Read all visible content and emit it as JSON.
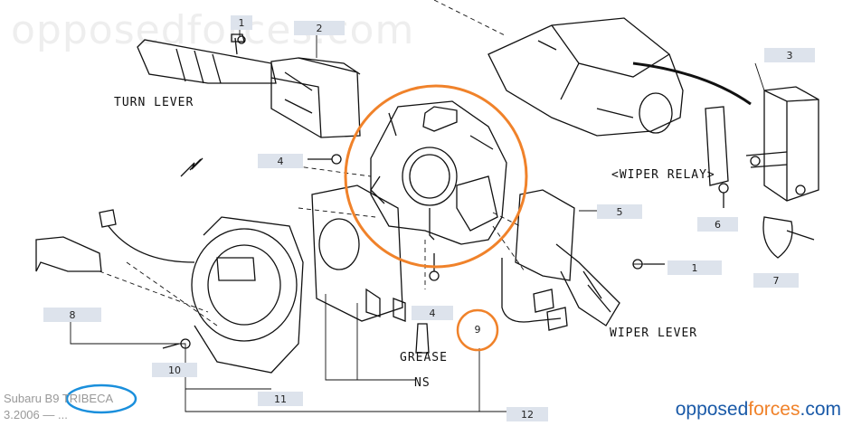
{
  "watermark": "opposedforces.com",
  "callouts": {
    "c1_top": "1",
    "c2": "2",
    "c3": "3",
    "c4_left": "4",
    "c5": "5",
    "c1_right": "1",
    "c6": "6",
    "c7": "7",
    "c8": "8",
    "c4_bottom": "4",
    "c9": "9",
    "c10": "10",
    "c11": "11",
    "c12": "12"
  },
  "labels": {
    "turn_lever": "TURN LEVER",
    "wiper_relay": "<WIPER RELAY>",
    "wiper_lever": "WIPER LEVER",
    "grease": "GREASE",
    "ns": "NS"
  },
  "caption": {
    "prefix": "Subaru B9 ",
    "highlight": "TRIBECA",
    "line2": "3.2006 — ..."
  },
  "brand": {
    "part1": "opposed",
    "part2": "forces",
    "part3": ".com"
  },
  "colors": {
    "highlight_orange": "#f0822a",
    "highlight_blue": "#1a8fdc",
    "brand_blue": "#1a5aa8",
    "brand_orange": "#f0822a"
  }
}
